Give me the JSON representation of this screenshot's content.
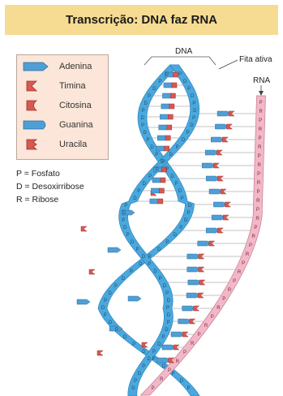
{
  "title": "Transcrição: DNA faz RNA",
  "legend": [
    {
      "label": "Adenina",
      "icon": "adenine-icon",
      "color": "#4f9fd6"
    },
    {
      "label": "Timina",
      "icon": "thymine-icon",
      "color": "#d9584f"
    },
    {
      "label": "Citosina",
      "icon": "cytosine-icon",
      "color": "#d9584f"
    },
    {
      "label": "Guanina",
      "icon": "guanine-icon",
      "color": "#4f9fd6"
    },
    {
      "label": "Uracila",
      "icon": "uracil-icon",
      "color": "#d9584f"
    }
  ],
  "abbreviations": [
    "P = Fosfato",
    "D = Desoxirribose",
    "R = Ribose"
  ],
  "labels": {
    "dna": "DNA",
    "active_strand": "Fita ativa",
    "rna": "RNA"
  },
  "strand_letters": {
    "phosphate": "P",
    "deoxyribose": "D",
    "ribose": "R"
  },
  "colors": {
    "dna_strand": "#4aa8dc",
    "dna_strand_dark": "#2e86c1",
    "rna_strand": "#f2b8c8",
    "title_bg": "#f6dc92",
    "legend_bg": "#fbe6d9"
  }
}
